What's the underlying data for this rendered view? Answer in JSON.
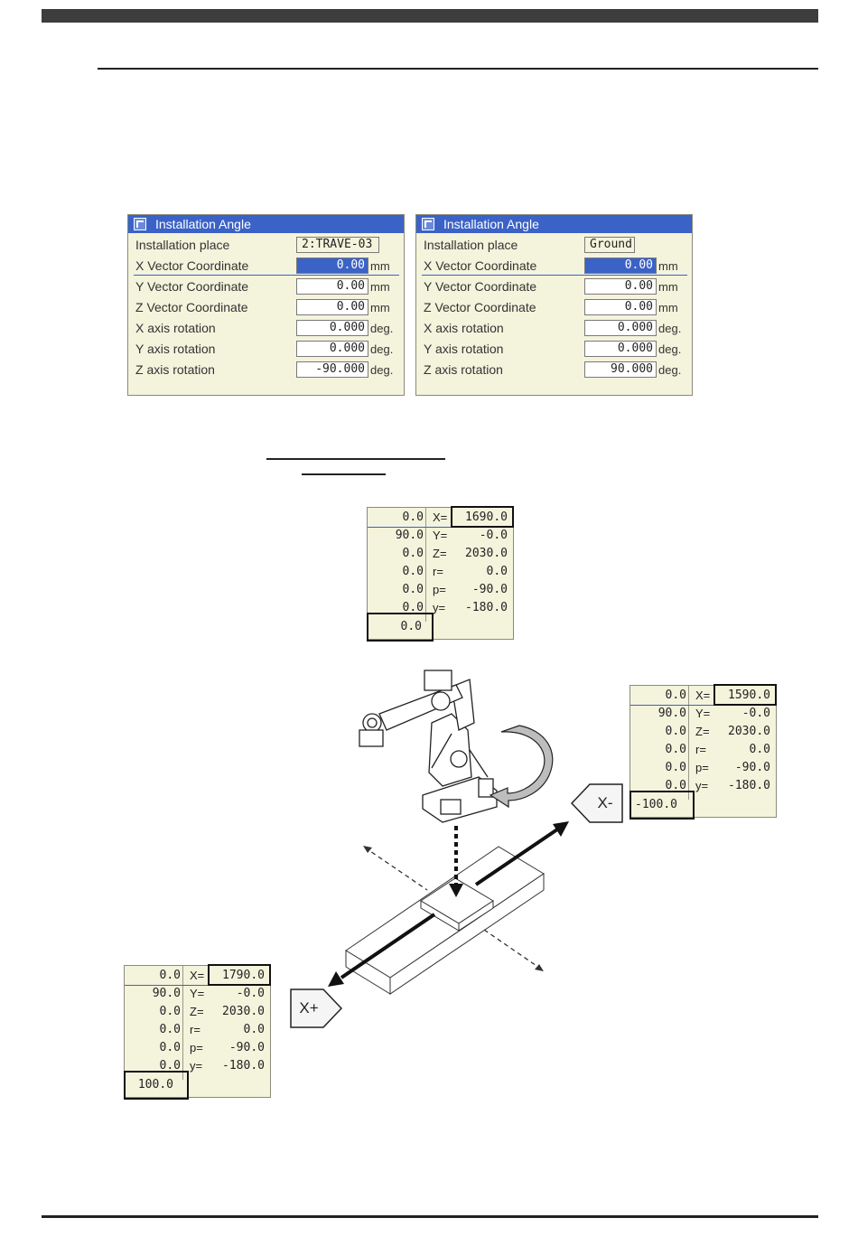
{
  "panels": [
    {
      "title": "Installation Angle",
      "rows": [
        {
          "label": "Installation place",
          "value": "2:TRAVE-03",
          "unit": ""
        },
        {
          "label": "X Vector Coordinate",
          "value": "0.00",
          "unit": "mm"
        },
        {
          "label": "Y Vector Coordinate",
          "value": "0.00",
          "unit": "mm"
        },
        {
          "label": "Z Vector Coordinate",
          "value": "0.00",
          "unit": "mm"
        },
        {
          "label": "X axis rotation",
          "value": "0.000",
          "unit": "deg."
        },
        {
          "label": "Y axis rotation",
          "value": "0.000",
          "unit": "deg."
        },
        {
          "label": "Z axis rotation",
          "value": "-90.000",
          "unit": "deg."
        }
      ]
    },
    {
      "title": "Installation Angle",
      "rows": [
        {
          "label": "Installation place",
          "value": "Ground",
          "unit": ""
        },
        {
          "label": "X Vector Coordinate",
          "value": "0.00",
          "unit": "mm"
        },
        {
          "label": "Y Vector Coordinate",
          "value": "0.00",
          "unit": "mm"
        },
        {
          "label": "Z Vector Coordinate",
          "value": "0.00",
          "unit": "mm"
        },
        {
          "label": "X axis rotation",
          "value": "0.000",
          "unit": "deg."
        },
        {
          "label": "Y axis rotation",
          "value": "0.000",
          "unit": "deg."
        },
        {
          "label": "Z axis rotation",
          "value": "90.000",
          "unit": "deg."
        }
      ]
    }
  ],
  "positions": {
    "center": {
      "rows": [
        {
          "left": "0.0",
          "axis": "X=",
          "value": "1690.0"
        },
        {
          "left": "90.0",
          "axis": "Y=",
          "value": "-0.0"
        },
        {
          "left": "0.0",
          "axis": "Z=",
          "value": "2030.0"
        },
        {
          "left": "0.0",
          "axis": "r=",
          "value": "0.0"
        },
        {
          "left": "0.0",
          "axis": "p=",
          "value": "-90.0"
        },
        {
          "left": "0.0",
          "axis": "y=",
          "value": "-180.0"
        }
      ],
      "extra": "0.0"
    },
    "minus": {
      "rows": [
        {
          "left": "0.0",
          "axis": "X=",
          "value": "1590.0"
        },
        {
          "left": "90.0",
          "axis": "Y=",
          "value": "-0.0"
        },
        {
          "left": "0.0",
          "axis": "Z=",
          "value": "2030.0"
        },
        {
          "left": "0.0",
          "axis": "r=",
          "value": "0.0"
        },
        {
          "left": "0.0",
          "axis": "p=",
          "value": "-90.0"
        },
        {
          "left": "0.0",
          "axis": "y=",
          "value": "-180.0"
        }
      ],
      "extra": "-100.0"
    },
    "plus": {
      "rows": [
        {
          "left": "0.0",
          "axis": "X=",
          "value": "1790.0"
        },
        {
          "left": "90.0",
          "axis": "Y=",
          "value": "-0.0"
        },
        {
          "left": "0.0",
          "axis": "Z=",
          "value": "2030.0"
        },
        {
          "left": "0.0",
          "axis": "r=",
          "value": "0.0"
        },
        {
          "left": "0.0",
          "axis": "p=",
          "value": "-90.0"
        },
        {
          "left": "0.0",
          "axis": "y=",
          "value": "-180.0"
        }
      ],
      "extra": "100.0"
    }
  },
  "buttons": {
    "x_minus": "X-",
    "x_plus": "X+"
  },
  "icons": {
    "window": "window-icon",
    "rotation": "rotation-arrow-icon"
  },
  "colors": {
    "title_bar": "#3b62c6",
    "panel_bg": "#f4f3dc"
  }
}
